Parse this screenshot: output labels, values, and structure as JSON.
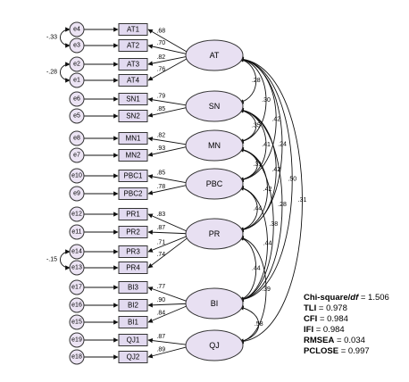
{
  "diagram": {
    "type": "sem-path-diagram",
    "colors": {
      "node_fill": "#e2daf0",
      "latent_fill": "#e8e0f2",
      "stroke": "#333333"
    },
    "latents": [
      {
        "id": "AT",
        "label": "AT",
        "indicators": [
          "AT1",
          "AT2",
          "AT3",
          "AT4"
        ],
        "loadings": [
          ".68",
          ".70",
          ".82",
          ".76"
        ]
      },
      {
        "id": "SN",
        "label": "SN",
        "indicators": [
          "SN1",
          "SN2"
        ],
        "loadings": [
          ".79",
          ".85"
        ]
      },
      {
        "id": "MN",
        "label": "MN",
        "indicators": [
          "MN1",
          "MN2"
        ],
        "loadings": [
          ".82",
          ".93"
        ]
      },
      {
        "id": "PBC",
        "label": "PBC",
        "indicators": [
          "PBC1",
          "PBC2"
        ],
        "loadings": [
          ".85",
          ".78"
        ]
      },
      {
        "id": "PR",
        "label": "PR",
        "indicators": [
          "PR1",
          "PR2",
          "PR3",
          "PR4"
        ],
        "loadings": [
          ".83",
          ".87",
          ".71",
          ".74"
        ]
      },
      {
        "id": "BI",
        "label": "BI",
        "indicators": [
          "BI3",
          "BI2",
          "BI1"
        ],
        "loadings": [
          ".77",
          ".90",
          ".84"
        ]
      },
      {
        "id": "QJ",
        "label": "QJ",
        "indicators": [
          "QJ1",
          "QJ2"
        ],
        "loadings": [
          ".87",
          ".89"
        ]
      }
    ],
    "errors": [
      "e4",
      "e3",
      "e2",
      "e1",
      "e6",
      "e5",
      "e8",
      "e7",
      "e10",
      "e9",
      "e12",
      "e11",
      "e14",
      "e13",
      "e17",
      "e16",
      "e15",
      "e19",
      "e18"
    ],
    "error_correlations": [
      {
        "from": "e4",
        "to": "e3",
        "label": "-.33"
      },
      {
        "from": "e2",
        "to": "e1",
        "label": "-.28"
      },
      {
        "from": "e14",
        "to": "e13",
        "label": "-.15"
      }
    ],
    "covariances": [
      {
        "from": "AT",
        "to": "SN",
        "label": ".28"
      },
      {
        "from": "AT",
        "to": "MN",
        "label": ".30"
      },
      {
        "from": "AT",
        "to": "PBC",
        "label": ".42"
      },
      {
        "from": "AT",
        "to": "PR",
        "label": ".24"
      },
      {
        "from": "AT",
        "to": "BI",
        "label": ".50"
      },
      {
        "from": "AT",
        "to": "QJ",
        "label": ".31"
      },
      {
        "from": "SN",
        "to": "MN",
        "label": ".35"
      },
      {
        "from": "SN",
        "to": "PBC",
        "label": ".41"
      },
      {
        "from": "SN",
        "to": "PR",
        "label": ".42"
      },
      {
        "from": "SN",
        "to": "BI",
        "label": ".28"
      },
      {
        "from": "MN",
        "to": "PBC",
        "label": ".31"
      },
      {
        "from": "MN",
        "to": "PR",
        "label": ".42"
      },
      {
        "from": "MN",
        "to": "BI",
        "label": ".38"
      },
      {
        "from": "PBC",
        "to": "PR",
        "label": ".44"
      },
      {
        "from": "PBC",
        "to": "BI",
        "label": ".44"
      },
      {
        "from": "PR",
        "to": "BI",
        "label": ".44"
      },
      {
        "from": "PR",
        "to": "QJ",
        "label": ".39"
      },
      {
        "from": "BI",
        "to": "QJ",
        "label": ".58"
      }
    ]
  },
  "fit_indices": [
    {
      "label": "Chi-square/",
      "italic": "df",
      "value": " = 1.506"
    },
    {
      "label": "TLI",
      "italic": "",
      "value": " = 0.978"
    },
    {
      "label": "CFI",
      "italic": "",
      "value": " = 0.984"
    },
    {
      "label": "IFI",
      "italic": "",
      "value": " = 0.984"
    },
    {
      "label": "RMSEA",
      "italic": "",
      "value": " = 0.034"
    },
    {
      "label": "PCLOSE",
      "italic": "",
      "value": " = 0.997"
    }
  ]
}
